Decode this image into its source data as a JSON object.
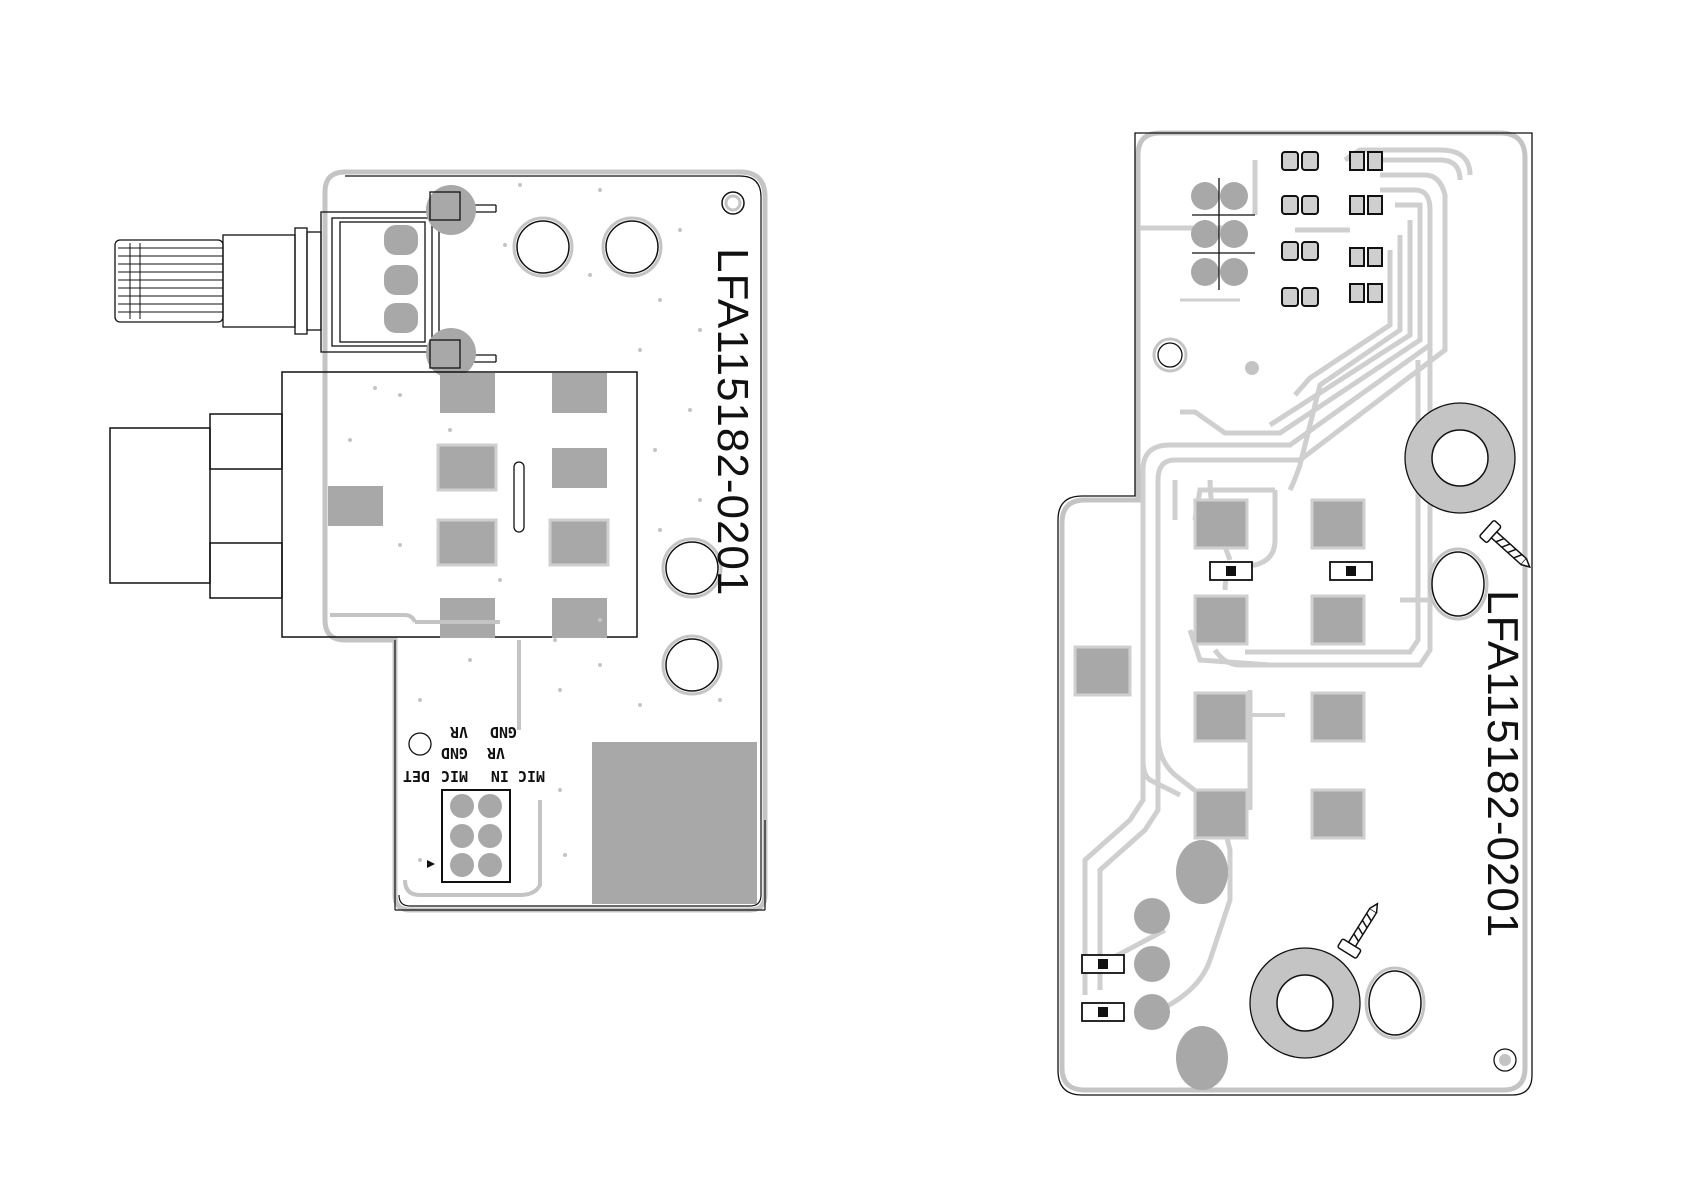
{
  "colors": {
    "outline": "#111111",
    "board_edge": "#c4c4c4",
    "trace": "#cfcfcf",
    "pad": "#a8a8a8",
    "background": "#ffffff"
  },
  "left_board": {
    "part_number": "LFA115182-0201",
    "silkscreen": {
      "gnd_top": "GND",
      "vr_top": "VR",
      "vr_mid": "VR",
      "gnd_mid": "GND",
      "mic_in": "MIC IN",
      "mic": "MIC",
      "det": "DET"
    }
  },
  "right_board": {
    "part_number": "LFA115182-0201"
  }
}
